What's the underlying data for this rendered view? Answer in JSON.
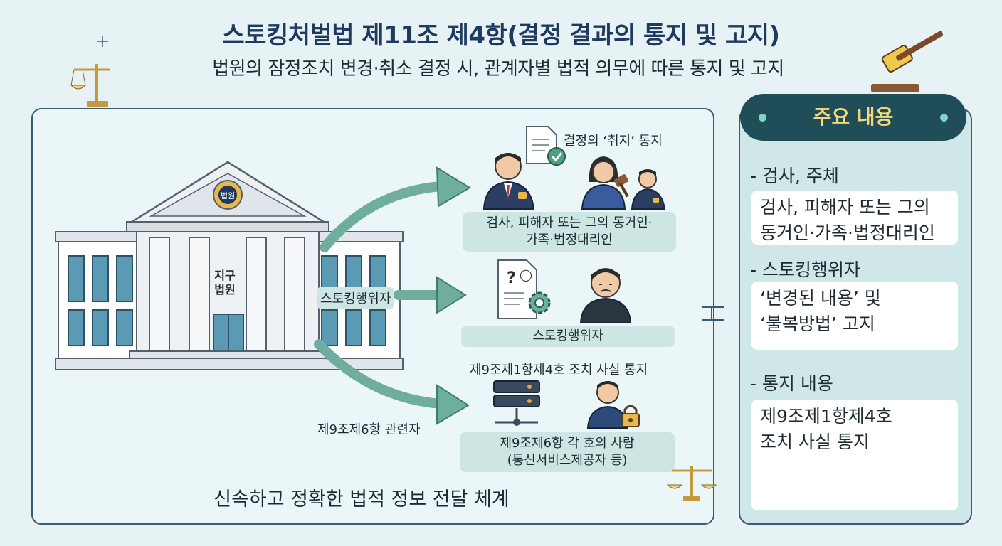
{
  "header": {
    "title": "스토킹처벌법 제11조 제4항(결정 결과의 통지 및 고지)",
    "subtitle": "법원의 잠정조치 변경·취소 결정 시, 관계자별 법적 의무에 따른 통지 및 고지"
  },
  "diagram": {
    "court_label": "지구\n법원",
    "court_emblem": "법원",
    "arrow_labels": {
      "middle": "스토킹행위자",
      "bottom": "제9조제6항 관련자"
    },
    "recipients": [
      {
        "top_label": "결정의 ‘취지’ 통지",
        "caption": "검사, 피해자 또는 그의 동거인·\n가족·법정대리인",
        "icons": [
          "document-check-icon",
          "prosecutor-icon",
          "victim-icon",
          "gavel-icon",
          "legal-rep-icon"
        ]
      },
      {
        "top_label": "",
        "caption": "스토킹행위자",
        "icons": [
          "document-question-icon",
          "gear-icon",
          "offender-icon"
        ]
      },
      {
        "top_label": "제9조제1항제4호 조치 사실 통지",
        "caption": "제9조제6항 각 호의 사람\n(통신서비스제공자 등)",
        "icons": [
          "server-icon",
          "person-icon",
          "lock-icon"
        ]
      }
    ],
    "bottom_text": "신속하고 정확한 법적 정보 전달 체계"
  },
  "side": {
    "header": "주요 내용",
    "sections": [
      {
        "heading": "- 검사, 주체",
        "body": "검사, 피해자 또는 그의\n동거인·가족·법정대리인"
      },
      {
        "heading": "- 스토킹행위자",
        "body": "‘변경된 내용’ 및\n‘불복방법’ 고지"
      },
      {
        "heading": "- 통지 내용",
        "body": "제9조제1항제4호\n조치 사실 통지"
      }
    ]
  },
  "colors": {
    "title": "#1e3a5f",
    "arrow": "#6fae9f",
    "side_header_bg": "#1f4e58",
    "side_header_text": "#f3d77a",
    "caption_bg": "#cde5e3"
  }
}
